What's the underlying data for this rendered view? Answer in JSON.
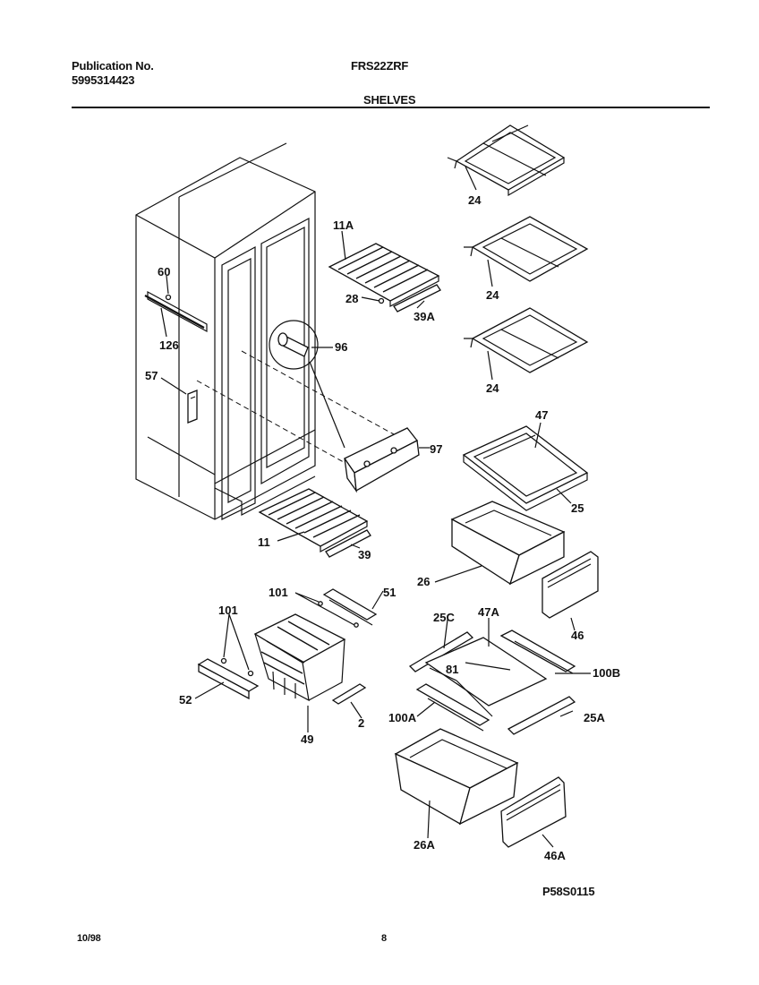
{
  "header": {
    "publication_label": "Publication No.",
    "publication_number": "5995314423",
    "model": "FRS22ZRF",
    "section_title": "SHELVES"
  },
  "footer": {
    "date": "10/98",
    "page_number": "8",
    "drawing_code": "P58S0115"
  },
  "callouts": {
    "c24a": "24",
    "c24b": "24",
    "c24c": "24",
    "c11a": "11A",
    "c28": "28",
    "c39a": "39A",
    "c60": "60",
    "c126": "126",
    "c96": "96",
    "c57": "57",
    "c47": "47",
    "c97": "97",
    "c25": "25",
    "c11": "11",
    "c39": "39",
    "c26": "26",
    "c101a": "101",
    "c51": "51",
    "c46": "46",
    "c101b": "101",
    "c25c": "25C",
    "c47a": "47A",
    "c81": "81",
    "c100b": "100B",
    "c52": "52",
    "c100a": "100A",
    "c25a": "25A",
    "c2": "2",
    "c49": "49",
    "c26a": "26A",
    "c46a": "46A"
  }
}
